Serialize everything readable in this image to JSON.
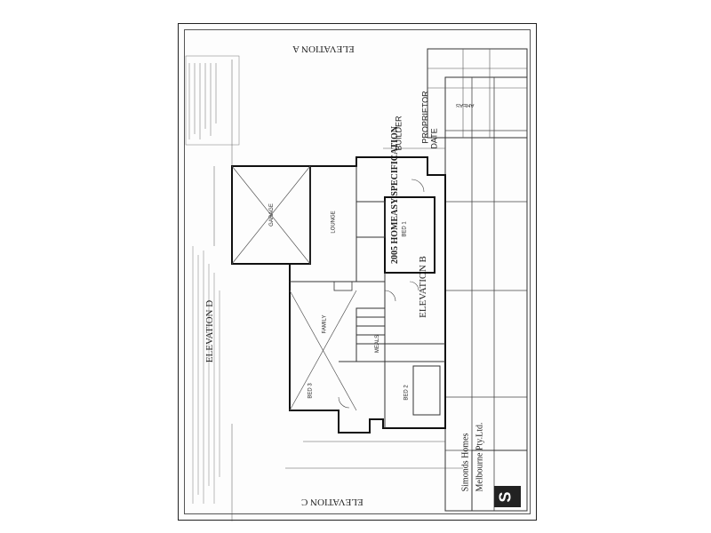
{
  "drawing": {
    "elevations": {
      "a": "ELEVATION A",
      "b": "ELEVATION B",
      "c": "ELEVATION C",
      "d": "ELEVATION D"
    },
    "rooms": {
      "bed1": "BED 1",
      "bed2": "BED 2",
      "bed3": "BED 3",
      "lounge": "LOUNGE",
      "family": "FAMILY",
      "meals": "MEALS",
      "garage": "GARAGE"
    },
    "title": {
      "spec": "2005 HOMEASY SPECIFICATION",
      "builder": "BUILDER",
      "proprietor": "PROPRIETOR",
      "date": "DATE",
      "areas": "AREAS"
    },
    "company": {
      "name_line1": "Simonds Homes",
      "name_line2": "Melbourne Pty.Ltd.",
      "logo_letter": "S"
    }
  }
}
